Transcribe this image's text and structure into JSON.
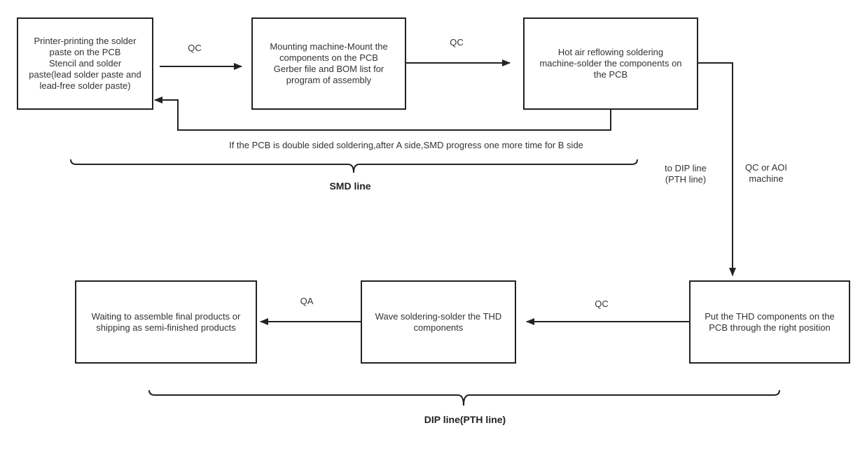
{
  "colors": {
    "stroke": "#222222",
    "text": "#333333",
    "background": "#ffffff"
  },
  "boxes": {
    "printer": "Printer-printing the solder\npaste on the PCB\nStencil and solder\npaste(lead solder paste and\nlead-free solder paste)",
    "mounting": "Mounting machine-Mount the\ncomponents on the PCB\nGerber file and BOM list for\nprogram of assembly",
    "reflow": "Hot air reflowing soldering\nmachine-solder the components on\nthe PCB",
    "thd": "Put the THD components on the\nPCB through the right position",
    "wave": "Wave soldering-solder the THD\ncomponents",
    "waiting": "Waiting to assemble final products or\nshipping as semi-finished products"
  },
  "labels": {
    "qc1": "QC",
    "qc2": "QC",
    "feedback": "If the PCB is double sided soldering,after A side,SMD progress one more time for B side",
    "to_dip": "to DIP line\n(PTH line)",
    "qc_aoi": "QC or AOI\nmachine",
    "qc3": "QC",
    "qa": "QA"
  },
  "groups": {
    "smd": "SMD line",
    "dip": "DIP line(PTH line)"
  }
}
